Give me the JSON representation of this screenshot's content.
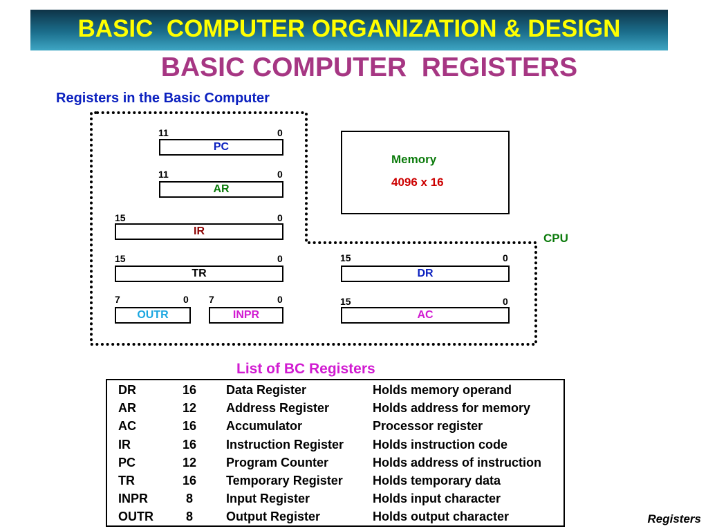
{
  "header": {
    "title": "BASIC  COMPUTER ORGANIZATION & DESIGN"
  },
  "subtitle": "BASIC COMPUTER  REGISTERS",
  "diagram": {
    "heading": "Registers in the Basic Computer",
    "cpu_label": "CPU",
    "memory": {
      "label": "Memory",
      "size": "4096 x 16"
    },
    "registers": {
      "pc": {
        "name": "PC",
        "hi": "11",
        "lo": "0"
      },
      "ar": {
        "name": "AR",
        "hi": "11",
        "lo": "0"
      },
      "ir": {
        "name": "IR",
        "hi": "15",
        "lo": "0"
      },
      "tr": {
        "name": "TR",
        "hi": "15",
        "lo": "0"
      },
      "outr": {
        "name": "OUTR",
        "hi": "7",
        "lo": "0"
      },
      "inpr": {
        "name": "INPR",
        "hi": "7",
        "lo": "0"
      },
      "dr": {
        "name": "DR",
        "hi": "15",
        "lo": "0"
      },
      "ac": {
        "name": "AC",
        "hi": "15",
        "lo": "0"
      }
    },
    "colors": {
      "pc": "#0b20bf",
      "ar": "#0a7a0a",
      "ir": "#8b0000",
      "tr": "#000000",
      "outr": "#1aa6e0",
      "inpr": "#d11bd1",
      "dr": "#0b20bf",
      "ac": "#d11bd1",
      "memory": "#0a7a0a",
      "memory_size": "#cc0000",
      "cpu": "#0a7a0a"
    }
  },
  "list": {
    "title": "List of BC Registers",
    "rows": [
      [
        "DR",
        "16",
        "Data Register",
        "Holds memory operand"
      ],
      [
        "AR",
        "12",
        "Address Register",
        "Holds address for memory"
      ],
      [
        "AC",
        "16",
        "Accumulator",
        "Processor register"
      ],
      [
        "IR",
        "16",
        "Instruction Register",
        "Holds instruction code"
      ],
      [
        "PC",
        "12",
        "Program Counter",
        "Holds address of instruction"
      ],
      [
        "TR",
        "16",
        "Temporary Register",
        "Holds temporary data"
      ],
      [
        "INPR",
        "8",
        "Input Register",
        "Holds input character"
      ],
      [
        "OUTR",
        "8",
        "Output Register",
        "Holds output character"
      ]
    ]
  },
  "footer": "Registers"
}
